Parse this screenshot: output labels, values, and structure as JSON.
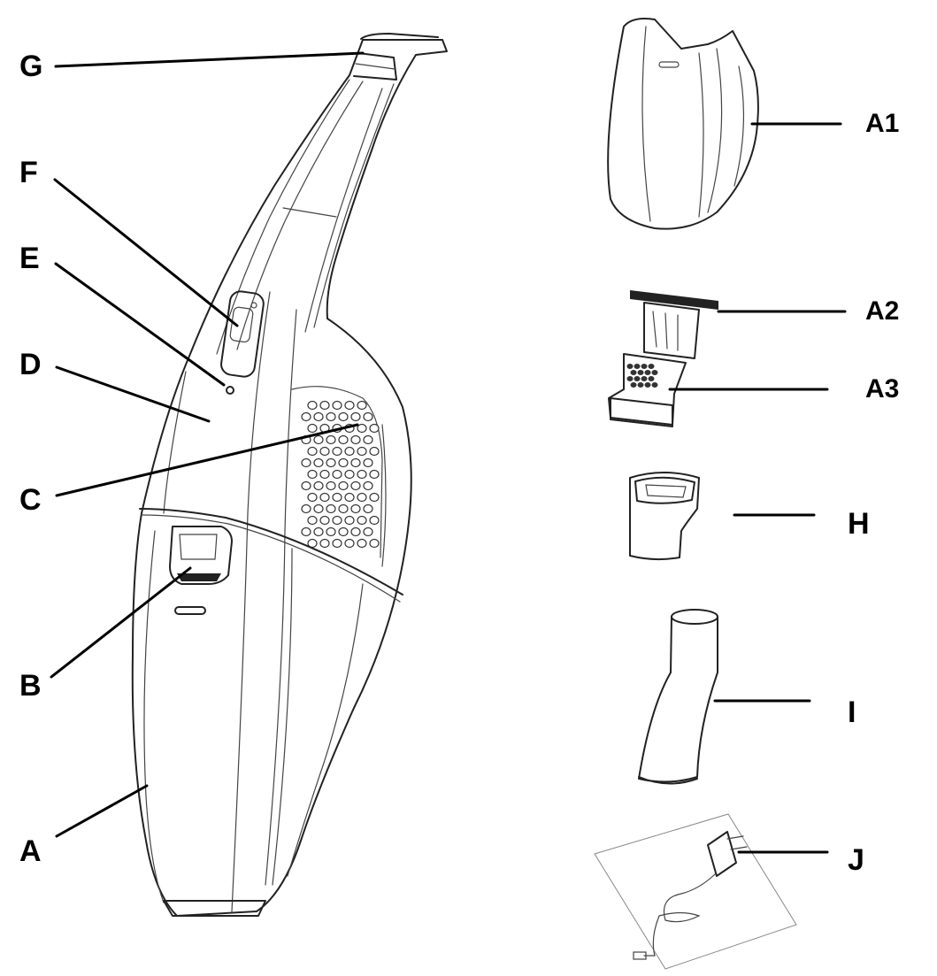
{
  "labels": {
    "G": "G",
    "F": "F",
    "E": "E",
    "D": "D",
    "C": "C",
    "B": "B",
    "A": "A",
    "A1": "A1",
    "A2": "A2",
    "A3": "A3",
    "H": "H",
    "I": "I",
    "J": "J"
  }
}
